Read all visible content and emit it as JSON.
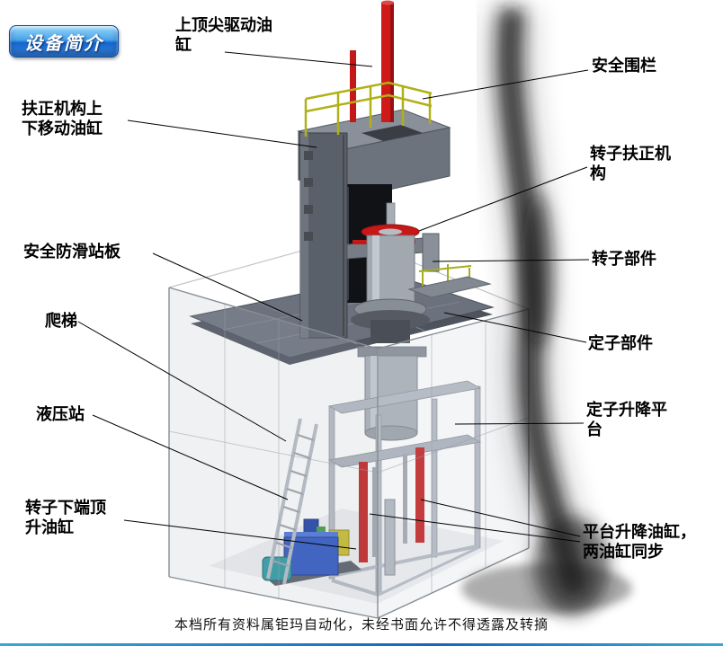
{
  "badge": {
    "text": "设备简介"
  },
  "labels": {
    "top_cylinder": "上顶尖驱动油\n缸",
    "safety_fence": "安全围栏",
    "centering_cylinder": "扶正机构上\n下移动油缸",
    "rotor_centering": "转子扶正机\n构",
    "antislip_plate": "安全防滑站板",
    "rotor_part": "转子部件",
    "ladder": "爬梯",
    "stator_part": "定子部件",
    "hydraulic_station": "液压站",
    "stator_platform": "定子升降平\n台",
    "rotor_jack_cylinder": "转子下端顶\n升油缸",
    "platform_cylinders": "平台升降油缸，\n两油缸同步"
  },
  "footer": {
    "text": "本档所有资料属钜玛自动化，未经书面允许不得透露及转摘"
  },
  "colors": {
    "badge_blue_top": "#9bd9f8",
    "badge_blue_bottom": "#1565c8",
    "cylinder_red": "#c81e1e",
    "railing_yellow": "#b0b018",
    "hydraulic_blue": "#2d55c4",
    "machine_gray": "#9aa0a8",
    "platform_gray": "#6b717d"
  }
}
